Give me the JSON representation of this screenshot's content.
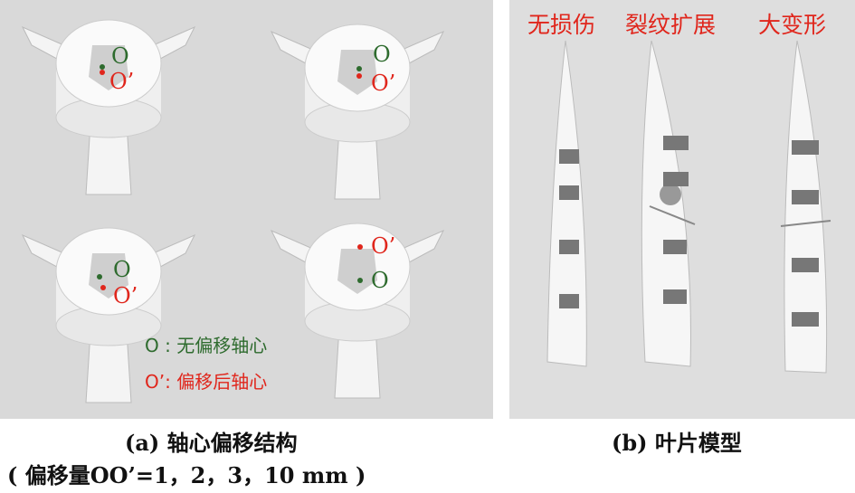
{
  "panel_a": {
    "points": {
      "o": "O",
      "o_prime": "O’"
    },
    "legend": {
      "o_label": "O : 无偏移轴心",
      "o_prime_label": "O’: 偏移后轴心"
    },
    "colors": {
      "o": "#2e6b2e",
      "o_prime": "#e0261c"
    }
  },
  "panel_b": {
    "states": [
      "无损伤",
      "裂纹扩展",
      "大变形"
    ]
  },
  "captions": {
    "a_line1": "(a) 轴心偏移结构",
    "a_line2": "( 偏移量OO’=1，2，3，10 mm )",
    "b_line1": "(b) 叶片模型"
  }
}
